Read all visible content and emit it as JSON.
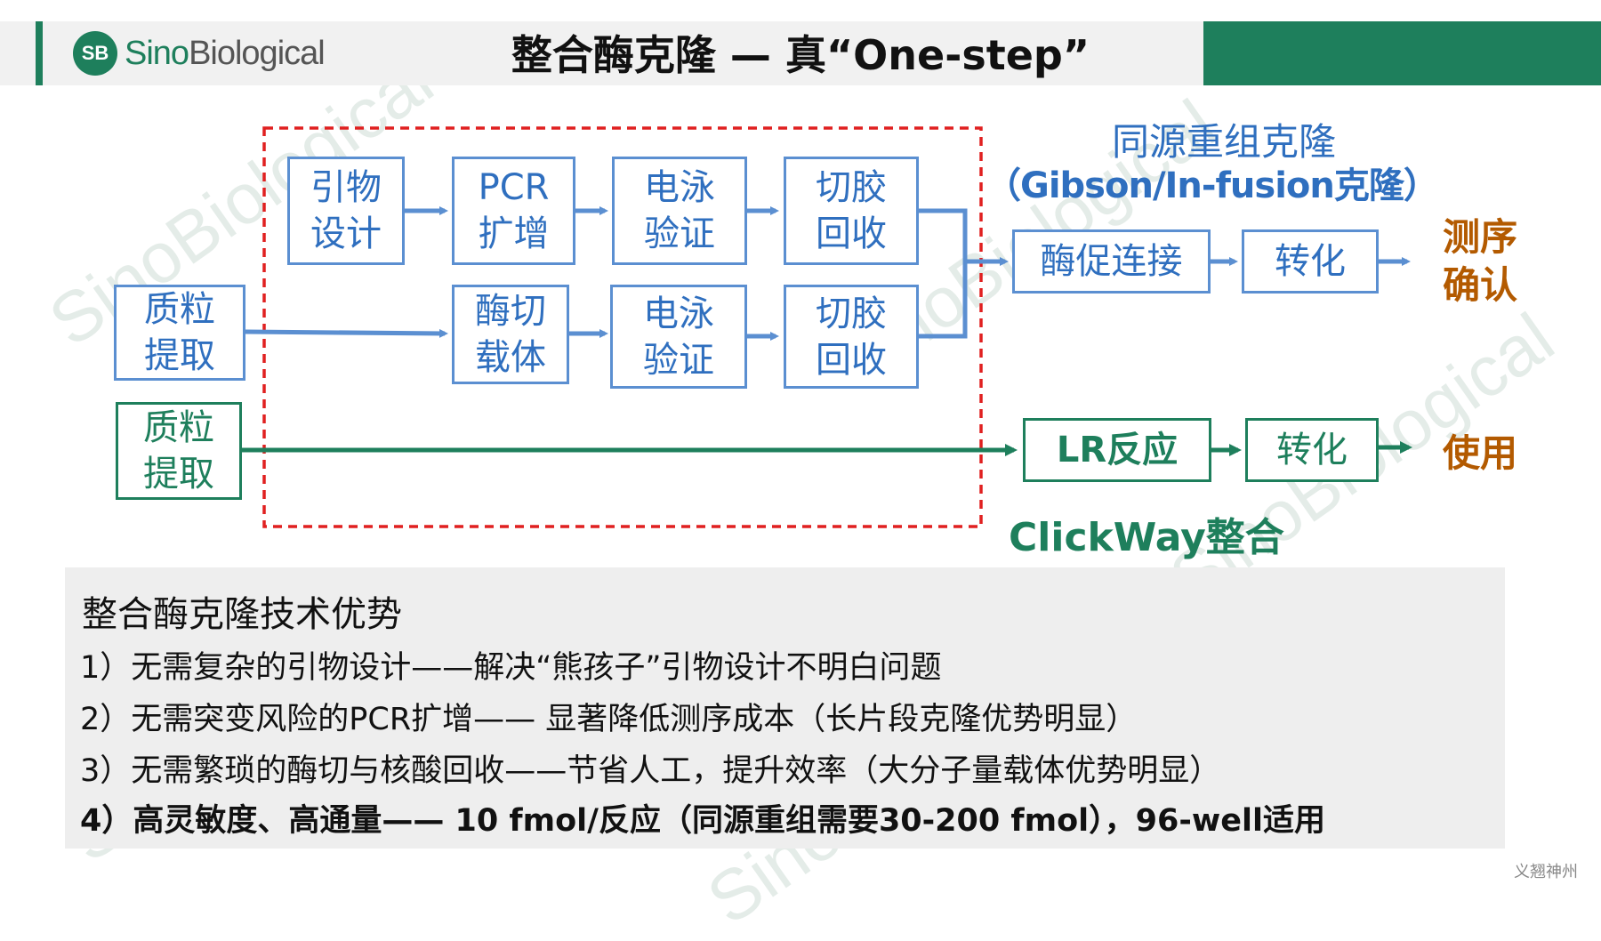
{
  "colors": {
    "green": "#1e7f5c",
    "blue": "#2f6fbf",
    "box_border": "#5b8fd1",
    "orange": "#b35a00",
    "red": "#e02020"
  },
  "header": {
    "logo_badge": "SB",
    "logo_sino": "Sino",
    "logo_bio": "Biological",
    "title": "整合酶克隆 — 真“One-step”"
  },
  "diagram": {
    "primer_design": [
      "引物",
      "设计"
    ],
    "pcr_amplify": [
      "PCR",
      "扩增"
    ],
    "electrophoresis_1": [
      "电泳",
      "验证"
    ],
    "gel_recovery_1": [
      "切胶",
      "回收"
    ],
    "plasmid_extract_blue": [
      "质粒",
      "提取"
    ],
    "digest_vector": [
      "酶切",
      "载体"
    ],
    "electrophoresis_2": [
      "电泳",
      "验证"
    ],
    "gel_recovery_2": [
      "切胶",
      "回收"
    ],
    "plasmid_extract_green": [
      "质粒",
      "提取"
    ],
    "homologous_title": "同源重组克隆",
    "homologous_subtitle": "（Gibson/In-fusion克隆）",
    "enzyme_ligation": "酶促连接",
    "transform_1": "转化",
    "seq_confirm": [
      "测序",
      "确认"
    ],
    "lr_reaction": "LR反应",
    "transform_2": "转化",
    "use": "使用",
    "clickway": "ClickWay整合"
  },
  "advantages": {
    "title": "整合酶克隆技术优势",
    "items": [
      "1）无需复杂的引物设计——解决“熊孩子”引物设计不明白问题",
      "2）无需突变风险的PCR扩增—— 显著降低测序成本（长片段克隆优势明显）",
      "3）无需繁琐的酶切与核酸回收——节省人工，提升效率（大分子量载体优势明显）",
      "4）高灵敏度、高通量—— 10 fmol/反应（同源重组需要30-200 fmol），96-well适用"
    ]
  },
  "footer": {
    "mark": "义翘神州"
  },
  "watermark": "SinoBiological"
}
